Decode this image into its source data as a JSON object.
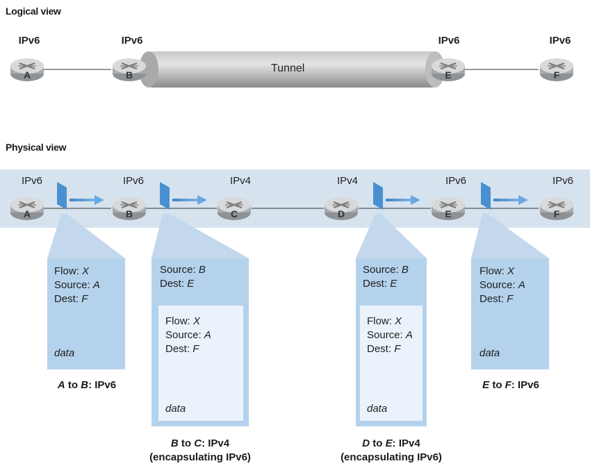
{
  "logical_view": {
    "heading": "Logical view",
    "protocols": [
      "IPv6",
      "IPv6",
      "IPv6",
      "IPv6"
    ],
    "routers": [
      "A",
      "B",
      "E",
      "F"
    ],
    "tunnel_label": "Tunnel"
  },
  "physical_view": {
    "heading": "Physical view",
    "protocols": [
      "IPv6",
      "IPv6",
      "IPv4",
      "IPv4",
      "IPv6",
      "IPv6"
    ],
    "routers": [
      "A",
      "B",
      "C",
      "D",
      "E",
      "F"
    ]
  },
  "packets": {
    "a_to_b": {
      "flow_key": "Flow:",
      "flow_val": "X",
      "source_key": "Source:",
      "source_val": "A",
      "dest_key": "Dest:",
      "dest_val": "F",
      "data": "data",
      "caption_from": "A",
      "caption_mid": " to ",
      "caption_to": "B",
      "caption_proto": ": IPv6"
    },
    "b_to_c": {
      "outer_source_key": "Source:",
      "outer_source_val": "B",
      "outer_dest_key": "Dest:",
      "outer_dest_val": "E",
      "flow_key": "Flow:",
      "flow_val": "X",
      "source_key": "Source:",
      "source_val": "A",
      "dest_key": "Dest:",
      "dest_val": "F",
      "data": "data",
      "caption_from": "B",
      "caption_mid": " to ",
      "caption_to": "C",
      "caption_proto": ": IPv4",
      "caption_sub": "(encapsulating IPv6)"
    },
    "d_to_e": {
      "outer_source_key": "Source:",
      "outer_source_val": "B",
      "outer_dest_key": "Dest:",
      "outer_dest_val": "E",
      "flow_key": "Flow:",
      "flow_val": "X",
      "source_key": "Source:",
      "source_val": "A",
      "dest_key": "Dest:",
      "dest_val": "F",
      "data": "data",
      "caption_from": "D",
      "caption_mid": " to ",
      "caption_to": "E",
      "caption_proto": ": IPv4",
      "caption_sub": "(encapsulating IPv6)"
    },
    "e_to_f": {
      "flow_key": "Flow:",
      "flow_val": "X",
      "source_key": "Source:",
      "source_val": "A",
      "dest_key": "Dest:",
      "dest_val": "F",
      "data": "data",
      "caption_from": "E",
      "caption_mid": " to ",
      "caption_to": "F",
      "caption_proto": ": IPv6"
    }
  },
  "colors": {
    "band": "#d6e3ee",
    "packet": "#b4d2ec",
    "packet_inner": "#eaf3fb",
    "arrow": "#4a90d0",
    "router": "#b8bcc0"
  }
}
